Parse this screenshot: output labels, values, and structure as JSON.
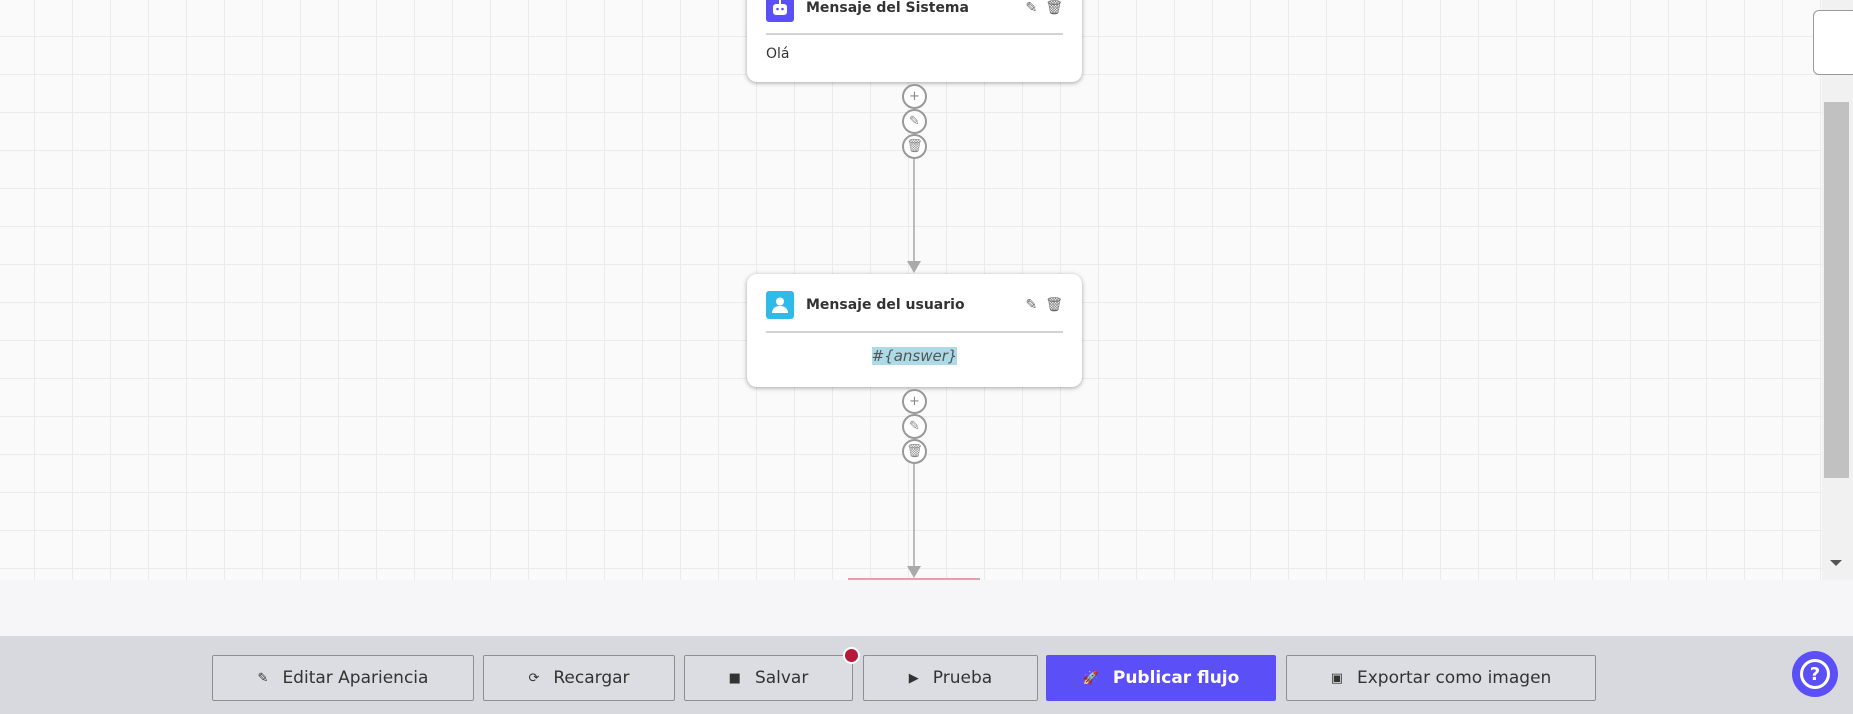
{
  "nodes": [
    {
      "title": "Mensaje del Sistema",
      "body": "Olá",
      "icon": "robot-icon",
      "icon_color": "#5b4ff8"
    },
    {
      "title": "Mensaje del usuario",
      "body": "#{answer}",
      "icon": "user-icon",
      "icon_color": "#2fbbea"
    }
  ],
  "toolbar": {
    "edit_appearance": "Editar Apariencia",
    "reload": "Recargar",
    "save": "Salvar",
    "test": "Prueba",
    "publish": "Publicar flujo",
    "export": "Exportar como imagen"
  },
  "colors": {
    "accent": "#5b4ff8",
    "unsaved_dot": "#b8183a"
  }
}
